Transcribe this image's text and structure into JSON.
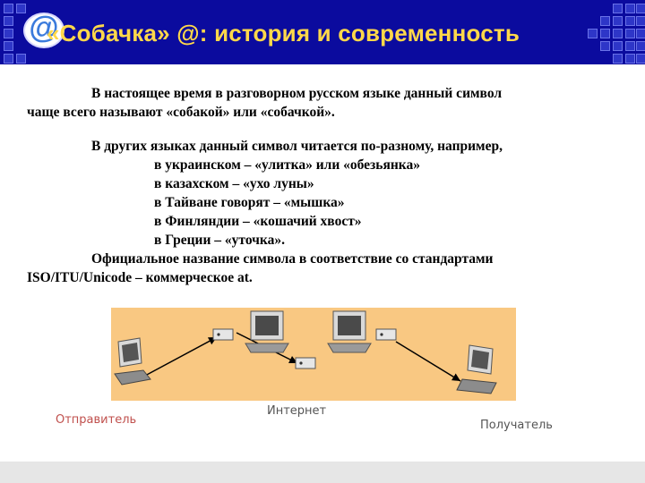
{
  "header": {
    "title": "«Собачка» @: история и современность",
    "logo_glyph": "@"
  },
  "content": {
    "para1_line1": "В настоящее время  в разговорном русском языке данный символ",
    "para1_line2": "чаще всего называют «собакой» или «собачкой».",
    "para2_intro": "В других языках данный символ читается по-разному, например,",
    "examples": [
      "в украинском – «улитка» или «обезьянка»",
      "в казахском – «ухо луны»",
      "в Тайване говорят – «мышка»",
      "в Финляндии – «кошачий хвост»",
      "в Греции – «уточка»."
    ],
    "para3_line1": "Официальное название  символа в соответствие  со стандартами",
    "para3_line2": "ISO/ITU/Unicode – коммерческое at."
  },
  "diagram": {
    "sender_label": "Отправитель",
    "internet_label": "Интернет",
    "receiver_label": "Получатель",
    "label_colors": {
      "sender": "#c0504d",
      "internet": "#555555",
      "receiver": "#555555"
    }
  },
  "colors": {
    "header_bg": "#0b0b9e",
    "title": "#ffd84a",
    "diagram_bg": "#f9c882"
  }
}
